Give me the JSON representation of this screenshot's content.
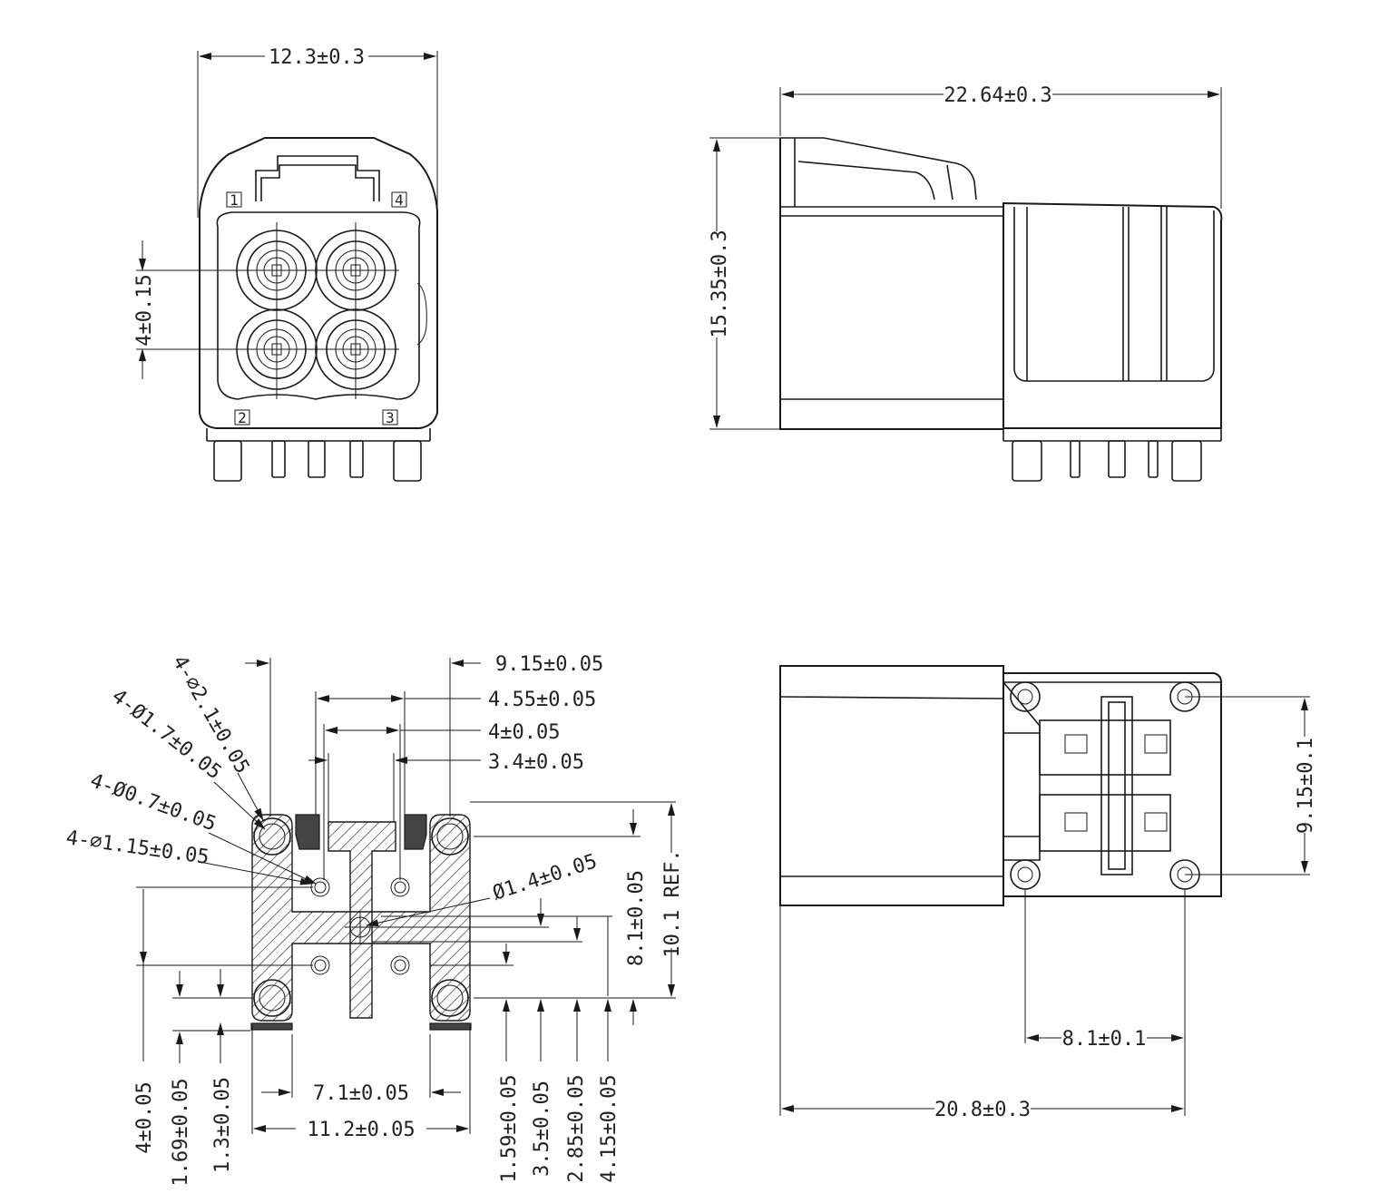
{
  "front_view": {
    "width_dim": "12.3±0.3",
    "pitch_dim": "4±0.15",
    "pin_labels": [
      "1",
      "4",
      "2",
      "3"
    ]
  },
  "side_view": {
    "length_dim": "22.64±0.3",
    "height_dim": "15.35±0.3"
  },
  "footprint_view": {
    "d_9_15": "9.15±0.05",
    "d_4_55": "4.55±0.05",
    "d_4": "4±0.05",
    "d_3_4": "3.4±0.05",
    "hole_2_1": "4-⌀2.1±0.05",
    "hole_1_7": "4-Ø1.7±0.05",
    "hole_0_7": "4-Ø0.7±0.05",
    "hole_1_15": "4-⌀1.15±0.05",
    "hole_1_4": "Ø1.4±0.05",
    "d_8_1": "8.1±0.05",
    "d_10_1": "10.1 REF.",
    "d_7_1": "7.1±0.05",
    "d_11_2": "11.2±0.05",
    "left_vertical": [
      "4±0.05",
      "1.69±0.05",
      "1.3±0.05"
    ],
    "right_vertical": [
      "1.59±0.05",
      "3.5±0.05",
      "2.85±0.05",
      "4.15±0.05"
    ]
  },
  "bottom_view": {
    "d_9_15": "9.15±0.1",
    "d_8_1": "8.1±0.1",
    "d_20_8": "20.8±0.3"
  }
}
